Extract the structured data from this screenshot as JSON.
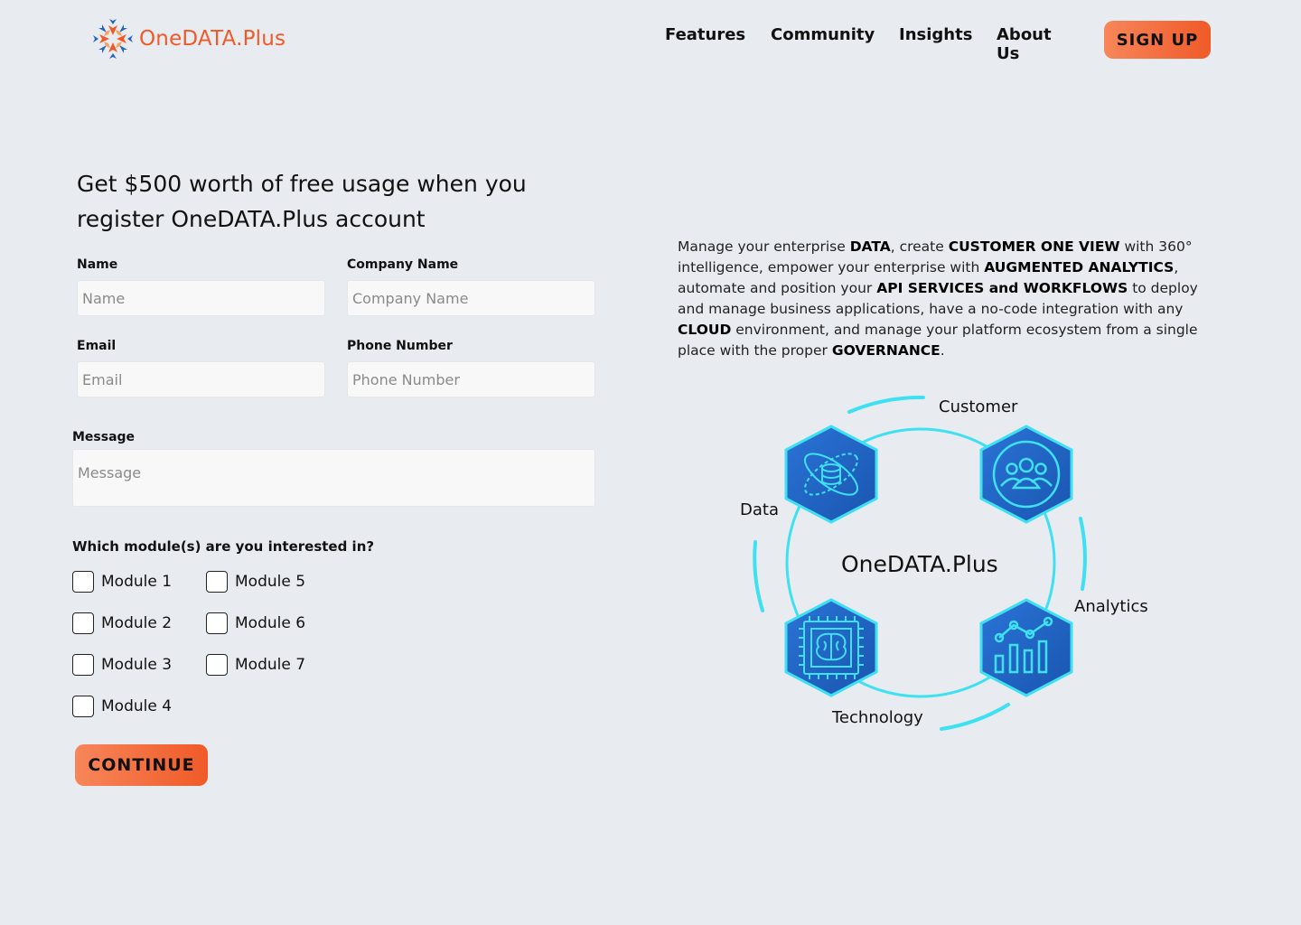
{
  "header": {
    "brand": "OneDATA.Plus",
    "nav": [
      "Features",
      "Community",
      "Insights",
      "About Us"
    ],
    "signup_label": "SIGN UP"
  },
  "form": {
    "headline_line1": "Get $500 worth of free usage when you",
    "headline_line2": "register OneDATA.Plus account",
    "name": {
      "label": "Name",
      "placeholder": "Name",
      "value": ""
    },
    "company": {
      "label": "Company Name",
      "placeholder": "Company Name",
      "value": ""
    },
    "email": {
      "label": "Email",
      "placeholder": "Email",
      "value": ""
    },
    "phone": {
      "label": "Phone Number",
      "placeholder": "Phone Number",
      "value": ""
    },
    "message": {
      "label": "Message",
      "placeholder": "Message",
      "value": ""
    },
    "modules_question": "Which module(s) are you interested in?",
    "modules": [
      {
        "label": "Module 1",
        "checked": false
      },
      {
        "label": "Module 2",
        "checked": false
      },
      {
        "label": "Module 3",
        "checked": false
      },
      {
        "label": "Module 4",
        "checked": false
      },
      {
        "label": "Module 5",
        "checked": false
      },
      {
        "label": "Module 6",
        "checked": false
      },
      {
        "label": "Module 7",
        "checked": false
      }
    ],
    "continue_label": "CONTINUE"
  },
  "info": {
    "p1": "Manage your enterprise ",
    "b1": "DATA",
    "p2": ", create ",
    "b2": "CUSTOMER ONE VIEW",
    "p3": " with 360° intelligence, empower your enterprise with ",
    "b3": "AUGMENTED ANALYTICS",
    "p4": ", automate and position your ",
    "b4": "API SERVICES and WORKFLOWS",
    "p5": " to deploy and manage business applications, have a no-code integration with any ",
    "b5": "CLOUD",
    "p6": " environment, and manage your platform ecosystem from a single place with the proper ",
    "b6": "GOVERNANCE",
    "p7": "."
  },
  "diagram": {
    "center": "OneDATA.Plus",
    "labels": {
      "data": "Data",
      "customer": "Customer",
      "analytics": "Analytics",
      "technology": "Technology"
    },
    "icons": [
      "database-orbit-icon",
      "customer-group-icon",
      "analytics-chart-icon",
      "brain-chip-icon"
    ]
  },
  "colors": {
    "brand_orange": "#f05a28",
    "brand_blue": "#1f63c4",
    "ring_cyan": "#3ee0f2",
    "background": "#e8ebf0"
  }
}
